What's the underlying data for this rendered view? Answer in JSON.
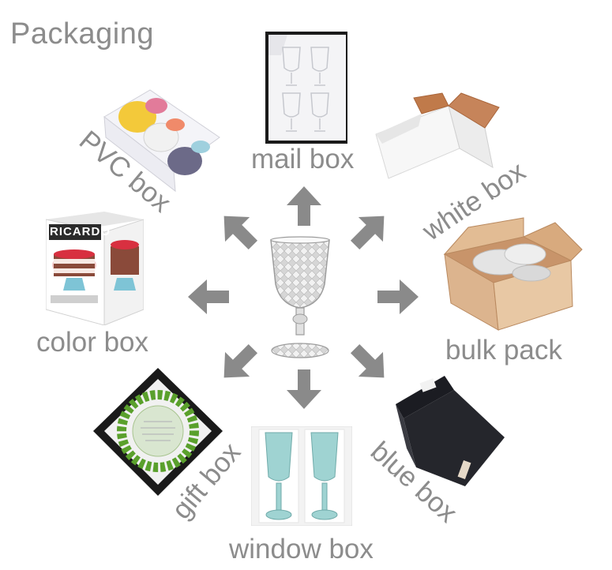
{
  "title": "Packaging",
  "labels": {
    "mail_box": "mail box",
    "white_box": "white box",
    "bulk_pack": "bulk pack",
    "blue_box": "blue box",
    "window_box": "window box",
    "gift_box": "gift box",
    "color_box": "color box",
    "pvc_box": "PVC box"
  },
  "product_brand": "RICARDO",
  "colors": {
    "text": "#8c8c8c",
    "arrow": "#8a8a8a"
  }
}
